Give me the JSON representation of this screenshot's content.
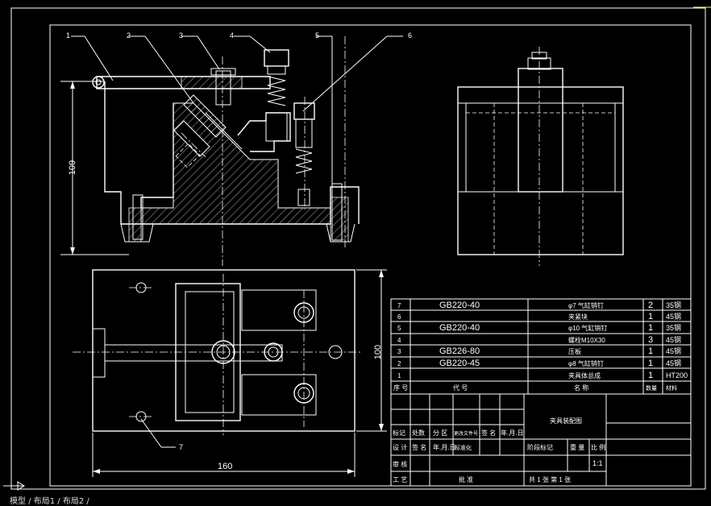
{
  "dimensions": {
    "height_front": "109",
    "height_top": "100",
    "width_top": "160"
  },
  "callouts": [
    "1",
    "2",
    "3",
    "4",
    "5",
    "6",
    "7"
  ],
  "bom_rows": [
    {
      "no": "7",
      "code": "GB220-40",
      "name": "φ7 气缸销钉",
      "qty": "2",
      "material": "35钢"
    },
    {
      "no": "6",
      "code": "",
      "name": "夹紧块",
      "qty": "1",
      "material": "45钢"
    },
    {
      "no": "5",
      "code": "GB220-40",
      "name": "φ10 气缸销钉",
      "qty": "1",
      "material": "35钢"
    },
    {
      "no": "4",
      "code": "",
      "name": "螺栓M10X30",
      "qty": "3",
      "material": "45钢"
    },
    {
      "no": "3",
      "code": "GB226-80",
      "name": "压板",
      "qty": "1",
      "material": "45钢"
    },
    {
      "no": "2",
      "code": "GB220-45",
      "name": "φ8 气缸销钉",
      "qty": "1",
      "material": "45钢"
    },
    {
      "no": "1",
      "code": "",
      "name": "夹具体总成",
      "qty": "1",
      "material": "HT200"
    }
  ],
  "bom_header": {
    "no": "序 号",
    "code": "代  号",
    "name": "名  称",
    "qty": "数量",
    "material": "材料"
  },
  "title_block": {
    "drawing_title": "夹具装配图",
    "row_mark": [
      "标记",
      "处数",
      "分 区",
      "更改文件号",
      "签 名",
      "年.月.日"
    ],
    "design": "设 计",
    "signature": "签 名",
    "date": "年.月.日",
    "standardize": "标准化",
    "stage_mark": "阶段标记",
    "weight": "重 量",
    "scale": "比 例",
    "scale_value": "1:1",
    "review": "审 核",
    "process": "工 艺",
    "approve": "批 准",
    "sheets": "共  1  张    第  1  张"
  },
  "statusbar": {
    "tabs": "模型 / 布局1 / 布局2 /"
  },
  "colors": {
    "background": "#000000",
    "lines": "#ffffff",
    "cursor": "#ffff33"
  }
}
